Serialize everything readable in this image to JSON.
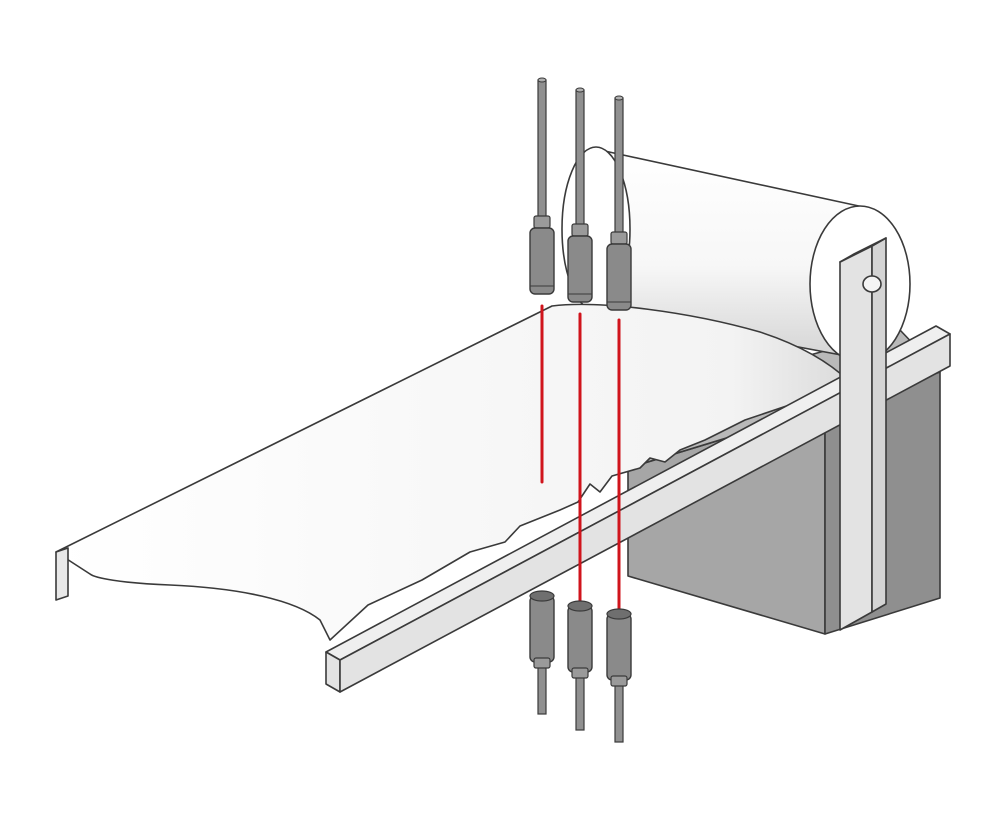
{
  "colors": {
    "background": "#ffffff",
    "outline": "#3a3a3a",
    "housing": "#a6a6a6",
    "housing_dark": "#8f8f8f",
    "rail": "#e3e3e3",
    "rail_top": "#efefef",
    "roller": "#ffffff",
    "roller_shade": "#d9d9d9",
    "sensor_body": "#8a8a8a",
    "sensor_cable": "#909090",
    "laser_beam": "#d0141c",
    "web_material": "#ffffff"
  },
  "icons": {
    "upper_sensors": "fiber-optic-emitter-icon",
    "lower_sensors": "fiber-optic-receiver-icon",
    "beams": "laser-beam-icon",
    "roller": "roller-icon",
    "web": "web-material-icon",
    "frame": "machine-frame-icon"
  },
  "sensors": {
    "emitter_count": 3,
    "receiver_count": 3
  },
  "beams": [
    {
      "name": "beam-1",
      "interrupted": true
    },
    {
      "name": "beam-2",
      "interrupted": false
    },
    {
      "name": "beam-3",
      "interrupted": false
    }
  ]
}
